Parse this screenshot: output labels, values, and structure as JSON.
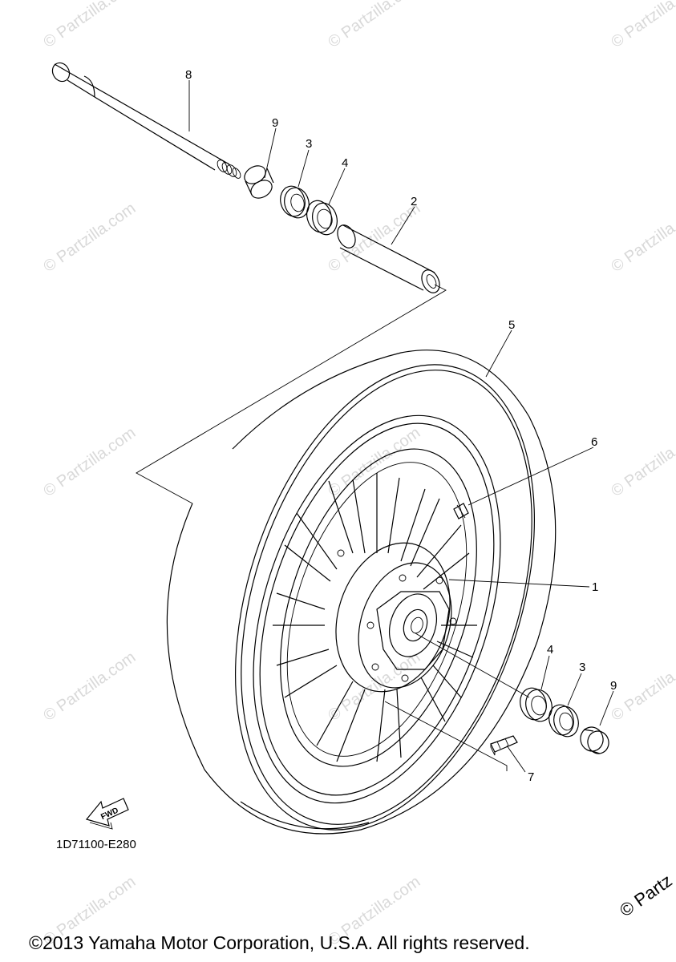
{
  "watermark": "© Partzilla.com",
  "diagram_code": "1D71100-E280",
  "fwd_label": "FWD",
  "copyright": "©2013 Yamaha Motor Corporation, U.S.A. All rights reserved.",
  "corner_watermark": "© Partz",
  "callouts": {
    "c8": "8",
    "c9a": "9",
    "c3a": "3",
    "c4a": "4",
    "c2": "2",
    "c5": "5",
    "c6": "6",
    "c1": "1",
    "c4b": "4",
    "c3b": "3",
    "c9b": "9",
    "c7": "7"
  }
}
